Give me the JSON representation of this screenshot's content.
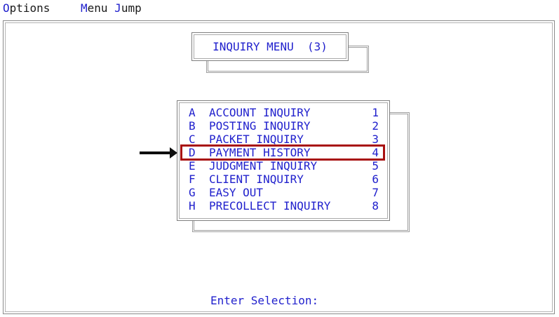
{
  "menubar": {
    "options": {
      "mnemonic": "O",
      "rest": "ptions"
    },
    "menu_jump": {
      "m1": "M",
      "r1": "enu ",
      "m2": "J",
      "r2": "ump"
    }
  },
  "title_box": {
    "text": "INQUIRY MENU  (3)"
  },
  "menu": {
    "items": [
      {
        "key": "A",
        "label": "ACCOUNT INQUIRY",
        "number": "1"
      },
      {
        "key": "B",
        "label": "POSTING INQUIRY",
        "number": "2"
      },
      {
        "key": "C",
        "label": "PACKET INQUIRY",
        "number": "3"
      },
      {
        "key": "D",
        "label": "PAYMENT HISTORY",
        "number": "4"
      },
      {
        "key": "E",
        "label": "JUDGMENT INQUIRY",
        "number": "5"
      },
      {
        "key": "F",
        "label": "CLIENT INQUIRY",
        "number": "6"
      },
      {
        "key": "G",
        "label": "EASY OUT",
        "number": "7"
      },
      {
        "key": "H",
        "label": "PRECOLLECT INQUIRY",
        "number": "8"
      }
    ],
    "selected_key": "D"
  },
  "prompt": {
    "text": "Enter Selection:"
  },
  "colors": {
    "text_blue": "#2121cd",
    "highlight_red": "#a80f0f",
    "border_gray": "#8a8a8a",
    "arrow_black": "#0d0d0d"
  }
}
